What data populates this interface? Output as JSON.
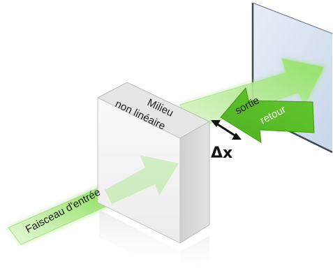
{
  "labels": {
    "input_beam": "Faisceau d'entrée",
    "medium_line1": "Milieu",
    "medium_line2": "non linéaire",
    "output": "sortie",
    "return": "retour",
    "displacement": "Δx"
  },
  "colors": {
    "beam_green": "#7ed957",
    "beam_green_light": "#c9f0b0",
    "return_green": "#5cbf2a",
    "mirror_blue": "#cfdcf0",
    "mirror_edge": "#44505e",
    "box_front": "#f5f5f5",
    "box_side": "#dcdcdc",
    "box_top": "#e8e8e8"
  }
}
